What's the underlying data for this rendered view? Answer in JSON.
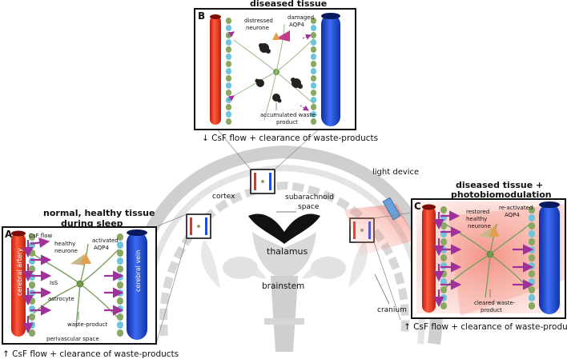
{
  "panels": {
    "B": {
      "letter": "B",
      "title": "diseased tissue",
      "labels": {
        "distressed_neurone": [
          "distressed",
          "neurone"
        ],
        "damaged_aqp4": [
          "damaged",
          "AQP4"
        ],
        "waste": [
          "accumulated waste-",
          "product"
        ]
      },
      "caption": "↓ CsF flow + clearance of waste-products"
    },
    "A": {
      "letter": "A",
      "title": [
        "normal, healthy tissue",
        "during sleep"
      ],
      "labels": {
        "csf_flow": "CsF flow",
        "healthy_neurone": [
          "healthy",
          "neurone"
        ],
        "activated_aqp4": [
          "activated",
          "AQP4"
        ],
        "iss": "IsS",
        "astrocyte": "astrocyte",
        "waste": "waste-product",
        "perivascular": "perivascular space",
        "cerebral_artery": "cerebral artery",
        "cerebral_vein": "cerebral vein"
      },
      "caption": "↑ CsF flow + clearance of waste-products"
    },
    "C": {
      "letter": "C",
      "title": [
        "diseased tissue +",
        "photobiomodulation"
      ],
      "labels": {
        "restored_neurone": [
          "restored",
          "healthy",
          "neurone"
        ],
        "reactivated_aqp4": [
          "re-activated",
          "AQP4"
        ],
        "cleared_waste": [
          "cleared waste-",
          "product"
        ]
      },
      "caption": "↑ CsF flow + clearance of waste-products"
    }
  },
  "brain_labels": {
    "cortex": "cortex",
    "subarachnoid": [
      "subarachnoid",
      "space"
    ],
    "thalamus": "thalamus",
    "brainstem": "brainstem",
    "cranium": "cranium",
    "light_device": "light device"
  },
  "colors": {
    "artery": "#e8321c",
    "vein": "#1f4fe0",
    "endfoot_green": "#8aa864",
    "endfoot_blue": "#6fc3da",
    "flow_arrow": "#a0309a",
    "light_glow": "#f07060",
    "light_device": "#6aa0d8"
  }
}
